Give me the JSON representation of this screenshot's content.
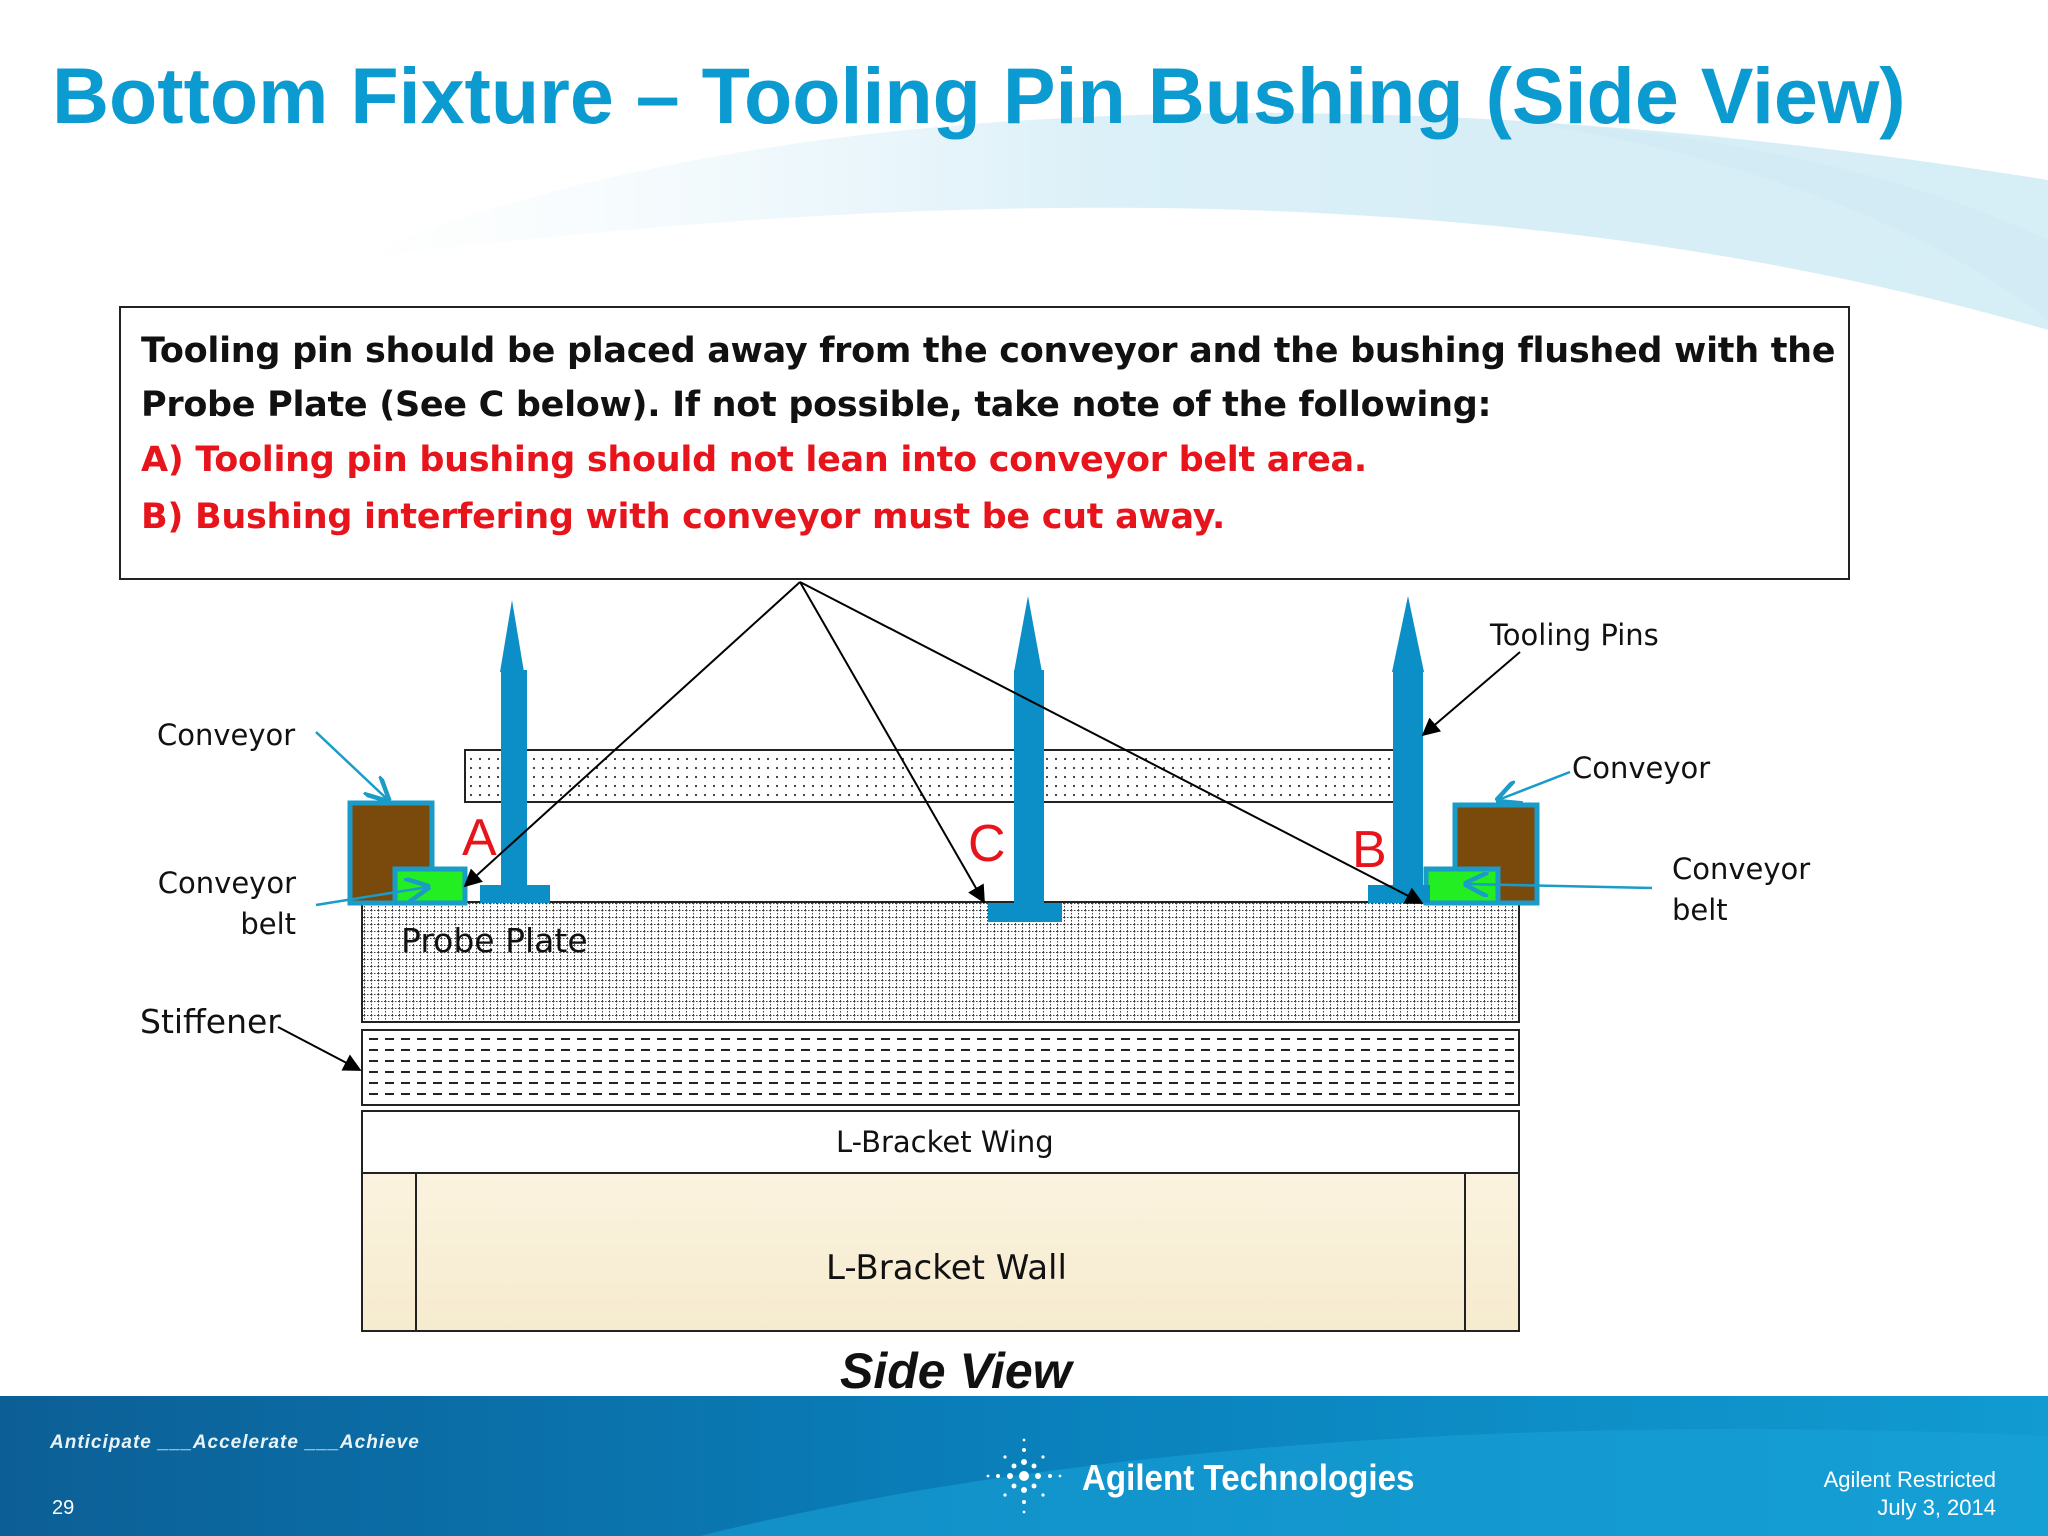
{
  "title": "Bottom Fixture – Tooling Pin Bushing (Side View)",
  "note": {
    "line1": "Tooling pin should be placed away from the conveyor and the bushing flushed with the",
    "line2": "Probe Plate (See C below).  If not possible, take note of the following:",
    "line3": "A) Tooling pin bushing should not lean into conveyor belt area.",
    "line4": "B) Bushing interfering with conveyor must be cut away."
  },
  "diagram": {
    "labels": {
      "conveyor_left": "Conveyor",
      "conveyor_belt_left_1": "Conveyor",
      "conveyor_belt_left_2": "belt",
      "stiffener": "Stiffener",
      "probe_plate": "Probe Plate",
      "tooling_pins": "Tooling Pins",
      "conveyor_right": "Conveyor",
      "conveyor_belt_right_1": "Conveyor",
      "conveyor_belt_right_2": "belt",
      "l_bracket_wing": "L-Bracket Wing",
      "l_bracket_wall": "L-Bracket Wall"
    },
    "markers": {
      "a": "A",
      "b": "B",
      "c": "C"
    },
    "caption": "Side View"
  },
  "footer": {
    "tagline": "Anticipate ___Accelerate ___Achieve",
    "page_number": "29",
    "brand": "Agilent Technologies",
    "classification": "Agilent Restricted",
    "date": "July 3, 2014"
  },
  "colors": {
    "title": "#0b9bd0",
    "pin": "#0b8fc6",
    "conveyor": "#7a4a0c",
    "belt": "#22ee22",
    "warning_text": "#e8141c",
    "footer": "#0a7fb8"
  }
}
